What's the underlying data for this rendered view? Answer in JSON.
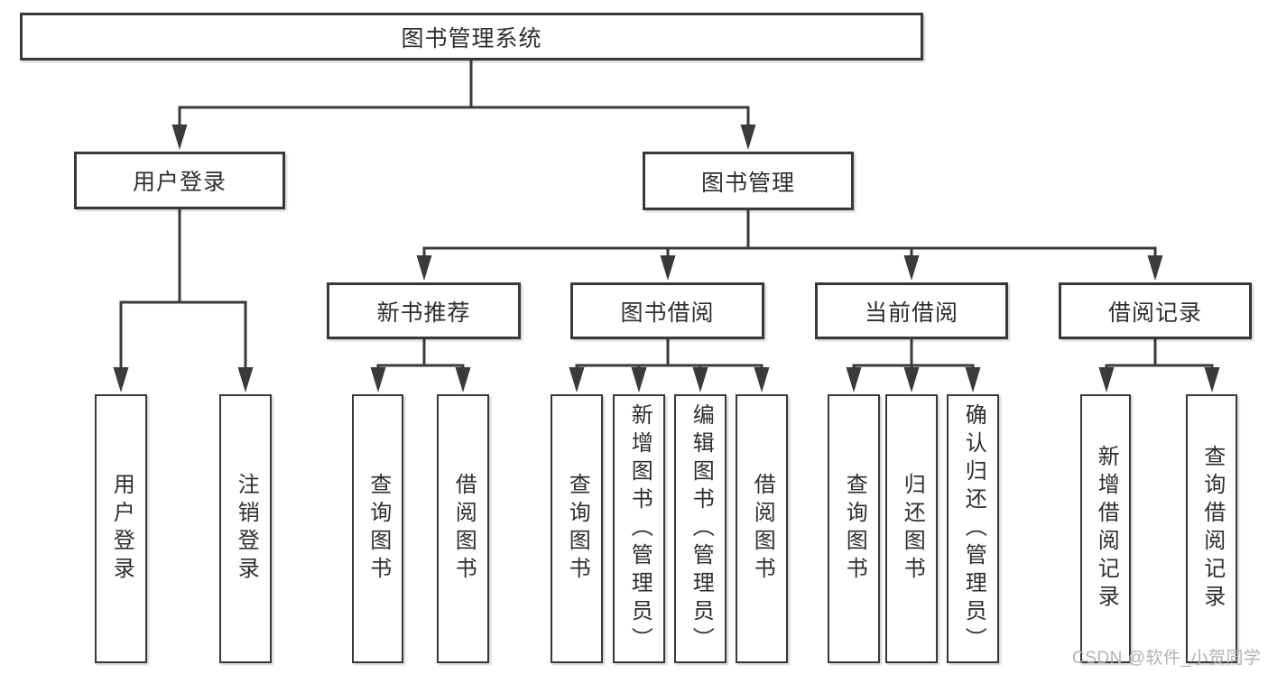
{
  "tree": {
    "root": "图书管理系统",
    "children": [
      {
        "label": "用户登录",
        "children": [
          "用户登录",
          "注销登录"
        ]
      },
      {
        "label": "图书管理",
        "children": [
          {
            "label": "新书推荐",
            "children": [
              "查询图书",
              "借阅图书"
            ]
          },
          {
            "label": "图书借阅",
            "children": [
              "查询图书",
              "新增图书（管理员）",
              "编辑图书（管理员）",
              "借阅图书"
            ]
          },
          {
            "label": "当前借阅",
            "children": [
              "查询图书",
              "归还图书",
              "确认归还（管理员）"
            ]
          },
          {
            "label": "借阅记录",
            "children": [
              "新增借阅记录",
              "查询借阅记录"
            ]
          }
        ]
      }
    ]
  },
  "watermark": "CSDN @软件_小贺同学",
  "colors": {
    "line": "#3a3a3a",
    "box_border": "#383838",
    "box_background": "#ffffff",
    "text": "#2e2e2e",
    "watermark": "#b2b2b2",
    "background": "#ffffff"
  }
}
